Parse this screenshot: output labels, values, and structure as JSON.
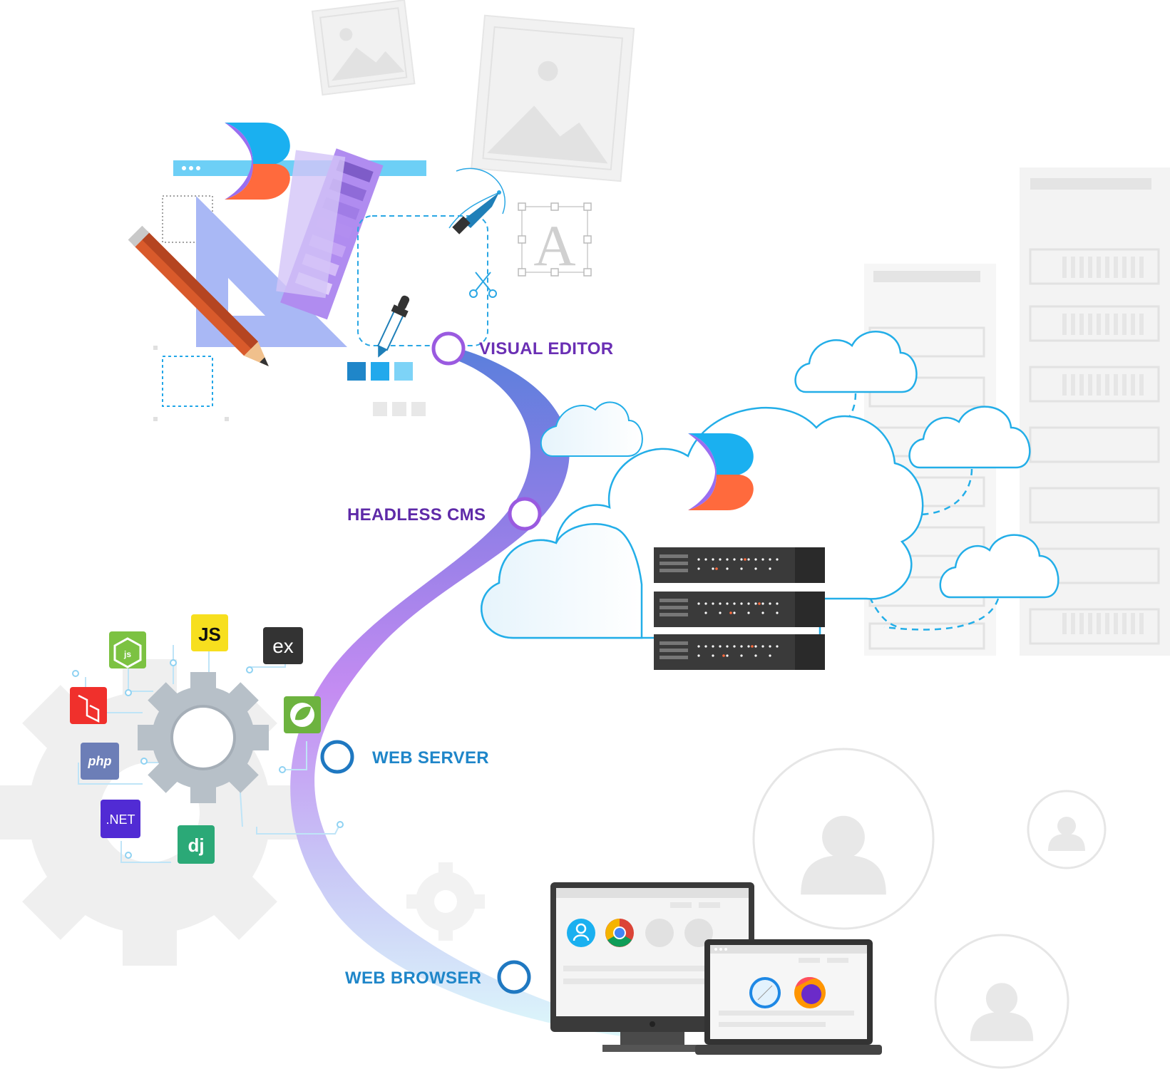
{
  "pipeline": {
    "stages": [
      {
        "id": "visual-editor",
        "label": "VISUAL EDITOR",
        "color": "#6a2fb4"
      },
      {
        "id": "headless-cms",
        "label": "HEADLESS CMS",
        "color": "#5e2aa8"
      },
      {
        "id": "web-server",
        "label": "WEB SERVER",
        "color": "#1f86c9"
      },
      {
        "id": "web-browser",
        "label": "WEB BROWSER",
        "color": "#1f86c9"
      }
    ]
  },
  "tech_badges": {
    "js": "JS",
    "express": "ex",
    "php": "php",
    "dotnet": ".NET",
    "django": "dj"
  },
  "editor": {
    "typography_glyph": "A"
  },
  "colors": {
    "brand_blue": "#1ab0f0",
    "brand_purple": "#9a6ef0",
    "brand_orange": "#ff6a3d",
    "stream_top": "#5b86e0",
    "stream_mid": "#b98af2",
    "stream_bottom": "#d9f6fb",
    "cloud_stroke": "#23aee8",
    "server_dark": "#3a3a3a"
  }
}
